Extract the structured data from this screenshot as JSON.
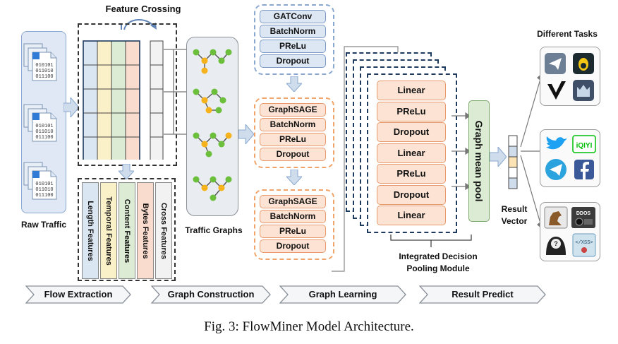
{
  "figure": {
    "caption": "Fig. 3: FlowMiner Model Architecture."
  },
  "raw_traffic": {
    "label": "Raw Traffic",
    "file_lines": [
      "010101",
      "011010",
      "011100"
    ]
  },
  "feature_crossing": {
    "title": "Feature Crossing",
    "features": [
      "Length Features",
      "Temporal Features",
      "Content Features",
      "Bytes Features",
      "Cross Features"
    ],
    "colors": [
      "#dbe6f3",
      "#fbf1c8",
      "#dcebd3",
      "#f9dccd",
      "#f2f2f2"
    ]
  },
  "traffic_graphs": {
    "label": "Traffic Graphs"
  },
  "gnn": {
    "block1": [
      "GATConv",
      "BatchNorm",
      "PReLu",
      "Dropout"
    ],
    "block2": [
      "GraphSAGE",
      "BatchNorm",
      "PReLu",
      "Dropout"
    ],
    "block3": [
      "GraphSAGE",
      "BatchNorm",
      "PReLu",
      "Dropout"
    ]
  },
  "pooling": {
    "layers": [
      "Linear",
      "PReLu",
      "Dropout",
      "Linear",
      "PReLu",
      "Dropout",
      "Linear"
    ],
    "pool_label": "Graph mean pool",
    "module_label": "Integrated Decision Pooling Module"
  },
  "result": {
    "label": "Result Vector"
  },
  "tasks": {
    "title": "Different Tasks",
    "icons_row1": [
      "telegram-icon",
      "tor-icon",
      "vpn-icon",
      "tunnel-app-icon"
    ],
    "icons_row2": [
      "twitter-icon",
      "iqiyi-icon",
      "telegram-icon",
      "facebook-icon"
    ],
    "icons_row3": [
      "trojan-horse-icon",
      "ddos-icon",
      "hacker-icon",
      "xss-icon"
    ],
    "iqiyi_text": "iQIYI",
    "ddos_text": "DDOS",
    "xss_text": "</XSS>"
  },
  "stages": [
    "Flow Extraction",
    "Graph Construction",
    "Graph Learning",
    "Result Predict"
  ]
}
